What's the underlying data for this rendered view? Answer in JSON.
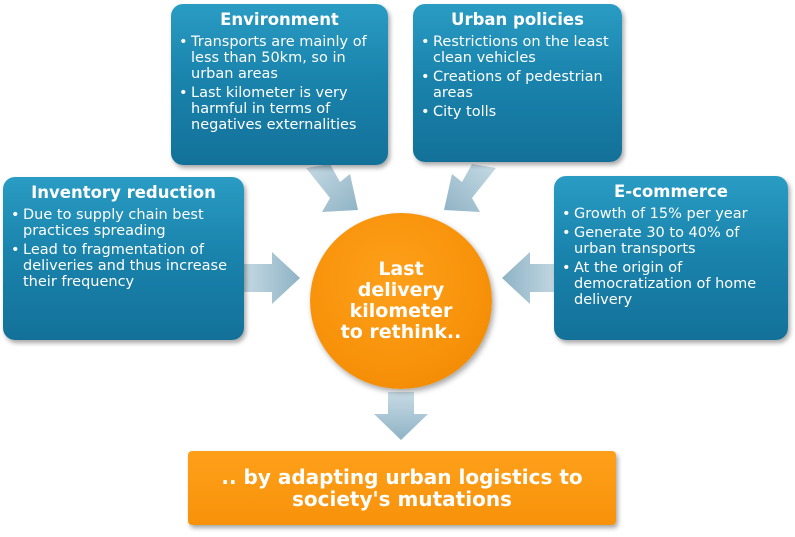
{
  "environment": {
    "title": "Environment",
    "items": [
      "Transports are mainly of less than 50km, so in urban areas",
      "Last kilometer is very harmful in terms of negatives externalities"
    ]
  },
  "urban_policies": {
    "title": "Urban policies",
    "items": [
      "Restrictions on the least clean vehicles",
      "Creations of pedestrian areas",
      "City tolls"
    ]
  },
  "inventory_reduction": {
    "title": "Inventory reduction",
    "items": [
      "Due to supply chain best practices spreading",
      "Lead to fragmentation of deliveries and thus increase their frequency"
    ]
  },
  "ecommerce": {
    "title": "E-commerce",
    "items": [
      "Growth of 15% per year",
      "Generate 30 to 40% of urban transports",
      "At the origin of democratization of home delivery"
    ]
  },
  "center": {
    "text": "Last delivery kilometer to rethink.."
  },
  "conclusion": {
    "text": ".. by adapting urban logistics to society's mutations"
  },
  "colors": {
    "box_blue": "#1a84ad",
    "accent_orange": "#f7920a",
    "arrow": "#9fc0d0"
  }
}
